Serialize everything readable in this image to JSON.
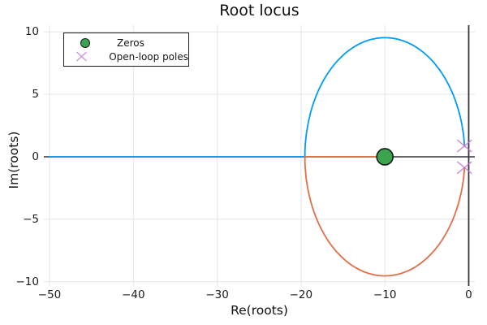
{
  "chart_data": {
    "type": "line",
    "title": "Root locus",
    "xlabel": "Re(roots)",
    "ylabel": "Im(roots)",
    "xlim": [
      -50.68,
      0.73
    ],
    "ylim": [
      -10.35,
      10.54
    ],
    "grid": true,
    "zero_axis_lines": true,
    "xticks": [
      -50,
      -40,
      -30,
      -20,
      -10,
      0
    ],
    "xtick_labels": [
      "−50",
      "−40",
      "−30",
      "−20",
      "−10",
      "0"
    ],
    "yticks": [
      -10,
      -5,
      0,
      5,
      10
    ],
    "ytick_labels": [
      "−10",
      "−5",
      "0",
      "5",
      "10"
    ],
    "zeros": [
      {
        "re": -10,
        "im": 0
      }
    ],
    "poles": [
      {
        "re": -0.5,
        "im": 0.866
      },
      {
        "re": -0.5,
        "im": -0.866
      }
    ],
    "locus_circle": {
      "center": [
        -10,
        0
      ],
      "radius": 9.54,
      "break_in_point": -19.54
    },
    "series": [
      {
        "name": "locus-branch-upper",
        "color": "#009AFA",
        "segments": [
          {
            "type": "arc",
            "center": [
              -10,
              0
            ],
            "radius": 9.54,
            "start_deg": 5.2,
            "end_deg": 180
          },
          {
            "type": "line",
            "from": [
              -19.54,
              0
            ],
            "to": [
              -50,
              0
            ]
          }
        ]
      },
      {
        "name": "locus-branch-lower",
        "color": "#E26E47",
        "segments": [
          {
            "type": "arc",
            "center": [
              -10,
              0
            ],
            "radius": 9.54,
            "start_deg": -5.2,
            "end_deg": -180
          },
          {
            "type": "line",
            "from": [
              -19.54,
              0
            ],
            "to": [
              -10,
              0
            ]
          }
        ]
      }
    ],
    "legend": {
      "position": "top-left",
      "entries": [
        {
          "label": "Zeros",
          "marker": "circle",
          "color": "#3CA44E"
        },
        {
          "label": "Open-loop poles",
          "marker": "x",
          "color": "#C271D2"
        }
      ]
    },
    "colors": {
      "grid": "#E5E5EA",
      "axis": "#36363C",
      "zero_marker_fill": "#3CA44E",
      "zero_marker_edge": "#15171B",
      "pole_marker": "#C271D2",
      "text": "#151515"
    }
  }
}
